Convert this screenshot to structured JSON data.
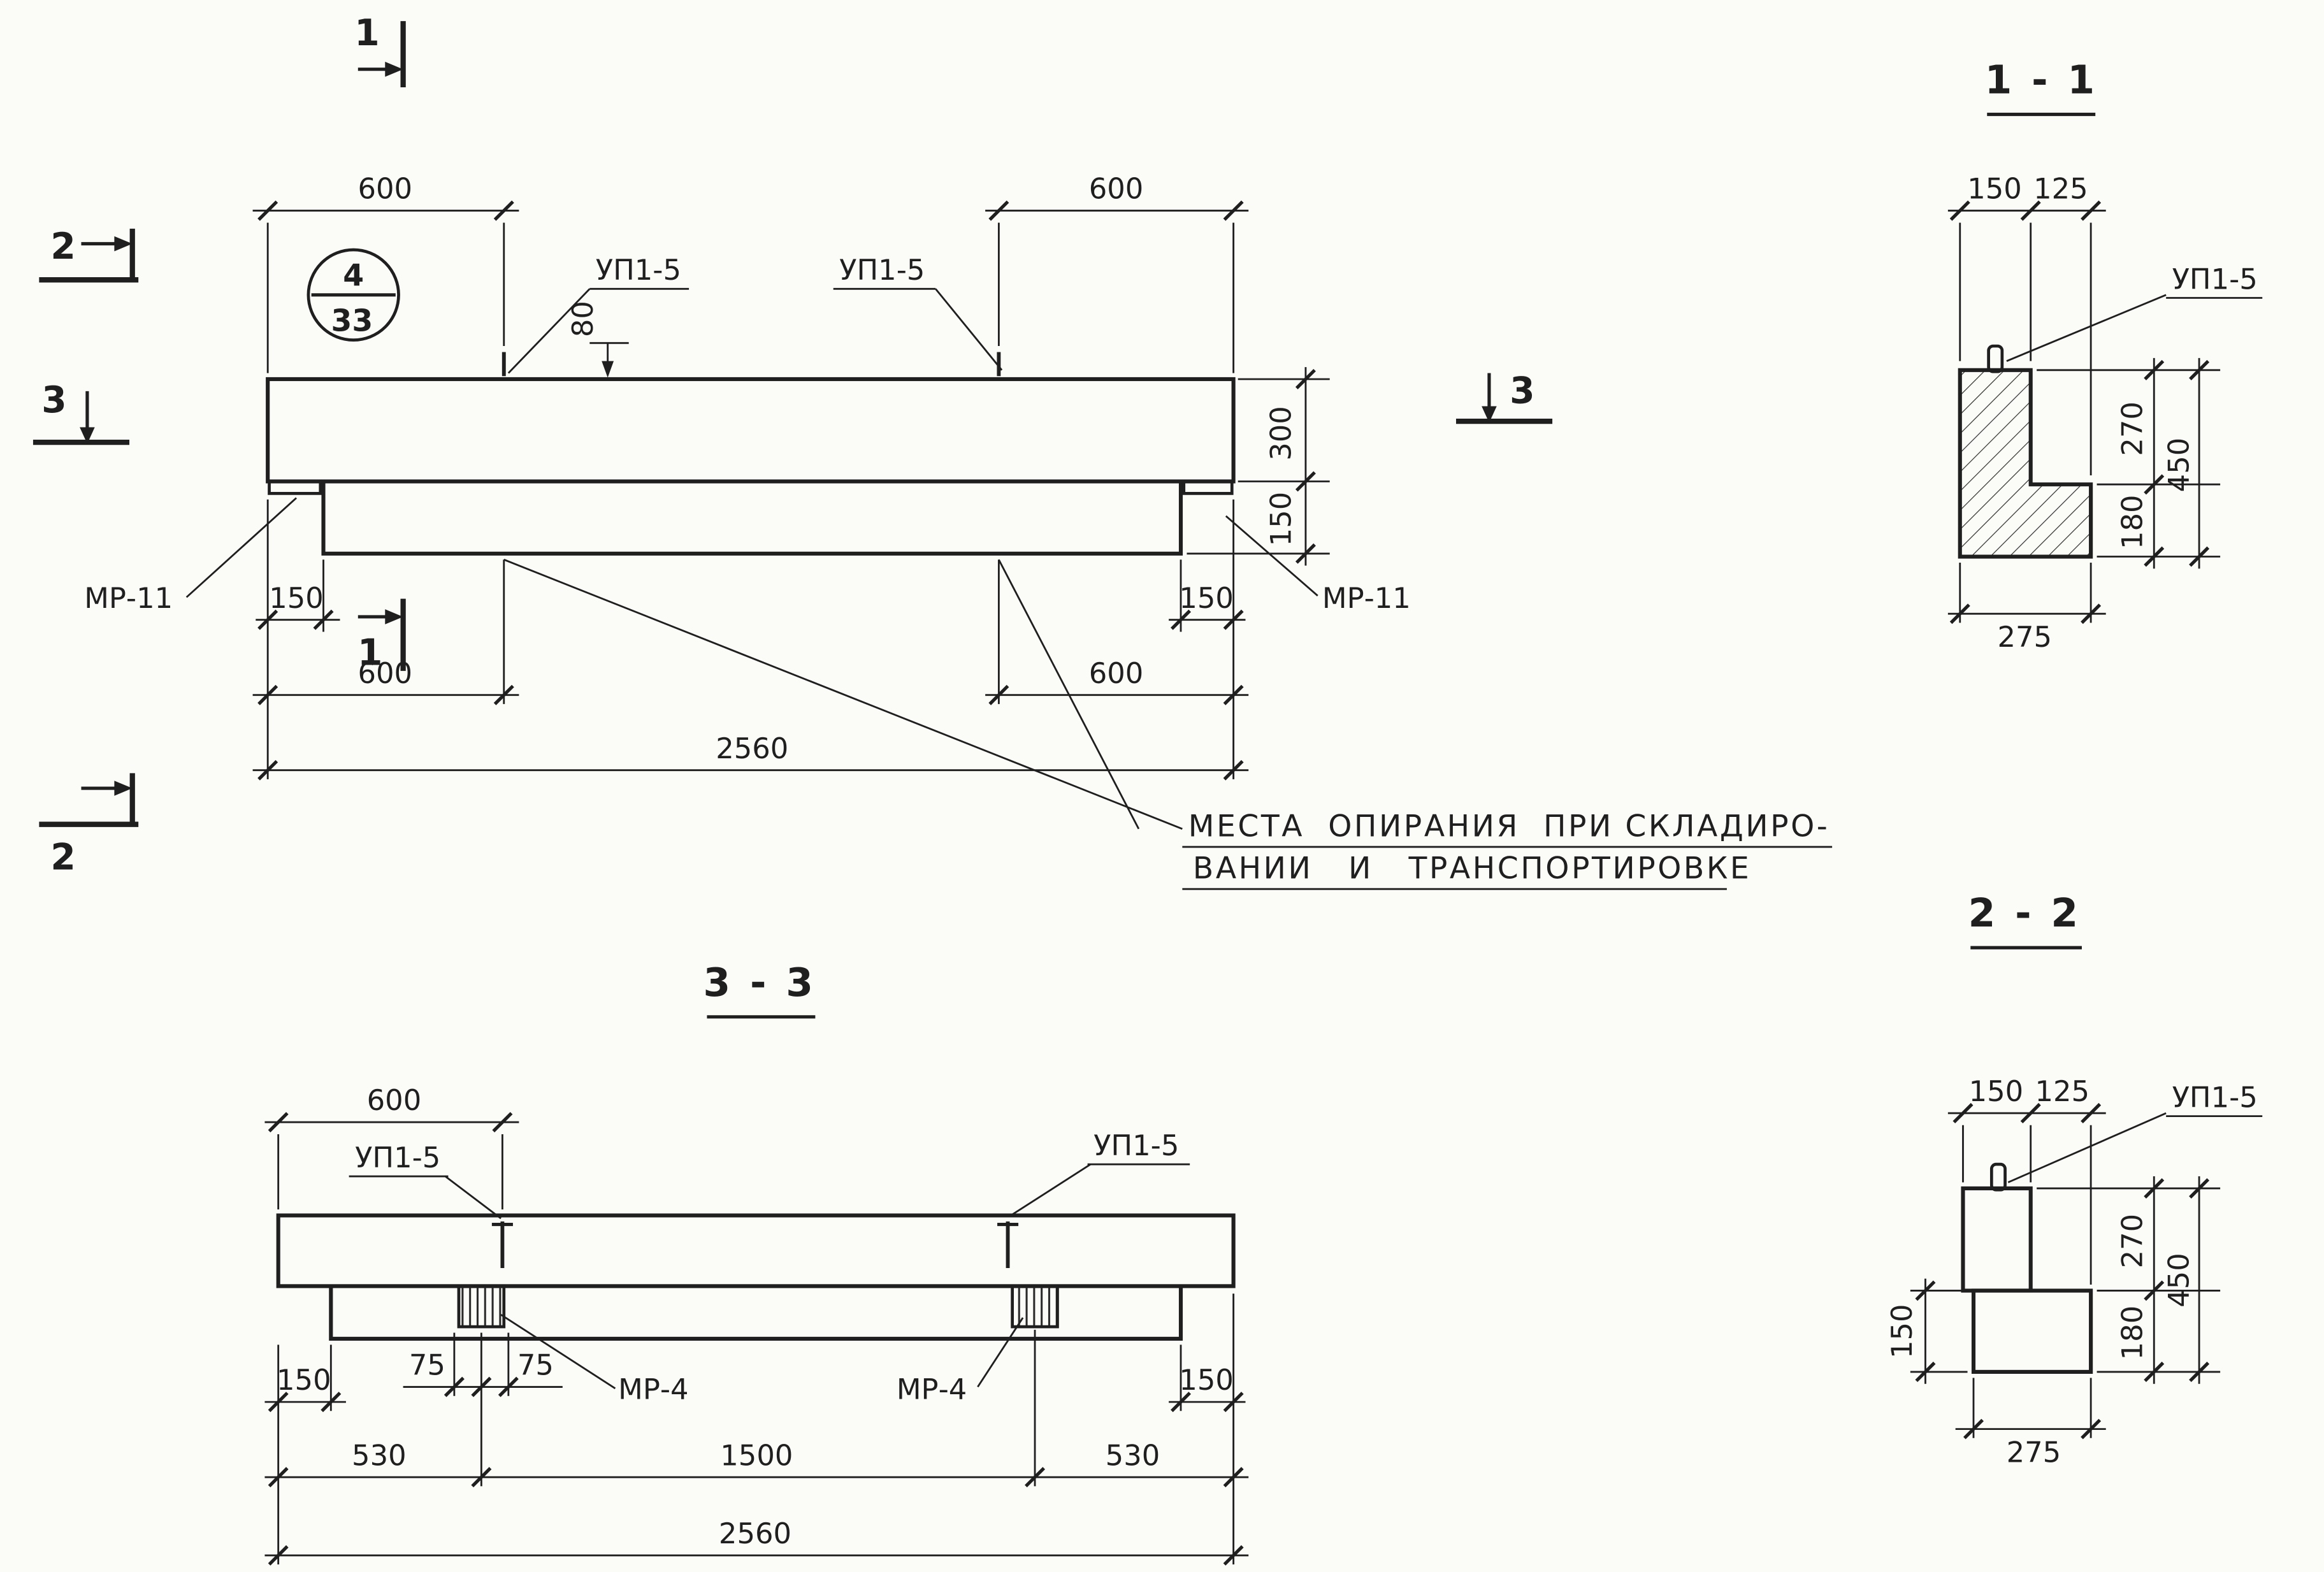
{
  "colors": {
    "ink": "#1f1f1f",
    "paper": "#fbfbf8"
  },
  "main_view": {
    "markers": {
      "m1_top": "1",
      "m1_bottom": "1",
      "m2_top": "2",
      "m2_bottom": "2",
      "m3_left": "3",
      "m3_right": "3"
    },
    "mark_circle": {
      "numerator": "4",
      "denominator": "33"
    },
    "labels": {
      "up15_left": "УП1-5",
      "up15_right": "УП1-5",
      "mr11_left": "МР-11",
      "mr11_right": "МР-11"
    },
    "dims": {
      "top_600_left": "600",
      "top_600_right": "600",
      "d80": "80",
      "d300": "300",
      "d150_side": "150",
      "d150_bl": "150",
      "d150_br": "150",
      "bot_600_left": "600",
      "bot_600_right": "600",
      "total_2560": "2560"
    },
    "note": {
      "line1": "МЕСТА  ОПИРАНИЯ  ПРИ СКЛАДИРО-",
      "line2": "ВАНИИ   И   ТРАНСПОРТИРОВКЕ"
    }
  },
  "section_1_1": {
    "title": "1 - 1",
    "label_up15": "УП1-5",
    "dims": {
      "d150": "150",
      "d125": "125",
      "d270": "270",
      "d450": "450",
      "d180": "180",
      "d275": "275"
    }
  },
  "section_3_3": {
    "title": "3 - 3",
    "labels": {
      "up15_left": "УП1-5",
      "up15_right": "УП1-5",
      "mr4_left": "МР-4",
      "mr4_right": "МР-4"
    },
    "dims": {
      "top_600": "600",
      "d150_left": "150",
      "d75_left": "75",
      "d75_right": "75",
      "d150_right": "150",
      "d530_left": "530",
      "d1500": "1500",
      "d530_right": "530",
      "total_2560": "2560"
    }
  },
  "section_2_2": {
    "title": "2 - 2",
    "label_up15": "УП1-5",
    "dims": {
      "d150": "150",
      "d125": "125",
      "d150_left": "150",
      "d270": "270",
      "d450": "450",
      "d180": "180",
      "d275": "275"
    }
  }
}
